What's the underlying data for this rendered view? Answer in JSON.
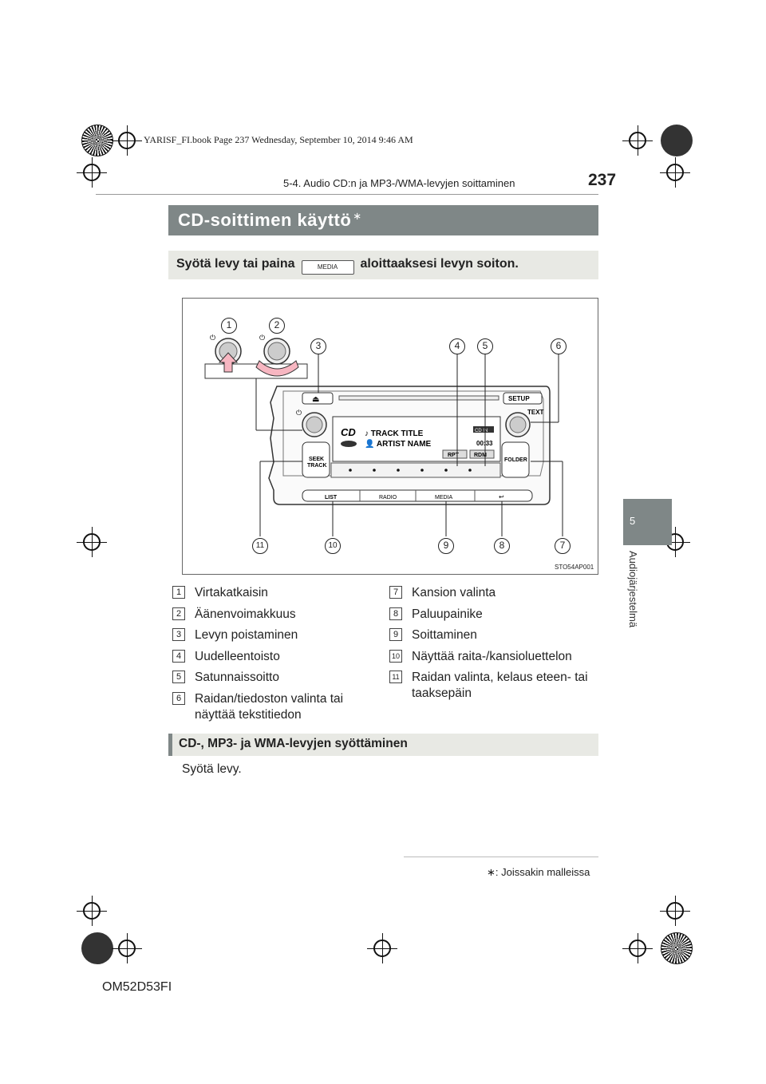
{
  "header": {
    "book_meta": "YARISF_FI.book  Page 237  Wednesday, September 10, 2014  9:46 AM",
    "section_path": "5-4. Audio CD:n ja MP3-/WMA-levyjen soittaminen",
    "page_number": "237"
  },
  "title": {
    "text": "CD-soittimen käyttö",
    "mark": "∗"
  },
  "instruction": {
    "before": "Syötä levy tai paina",
    "key_label": "MEDIA",
    "after": "aloittaaksesi levyn soiton."
  },
  "figure": {
    "code": "STO54AP001",
    "panel": {
      "track_title": "TRACK TITLE",
      "artist_name": "ARTIST NAME",
      "cd": "CD",
      "cd_in": "CD IN",
      "time": "00:33",
      "rpt": "RPT",
      "rdm": "RDM",
      "setup": "SETUP",
      "text": "TEXT",
      "seek_track": [
        "SEEK",
        "TRACK"
      ],
      "folder": "FOLDER",
      "bottom_buttons": [
        "LIST",
        "RADIO",
        "MEDIA",
        "↩"
      ]
    },
    "callouts": [
      "1",
      "2",
      "3",
      "4",
      "5",
      "6",
      "7",
      "8",
      "9",
      "10",
      "11"
    ]
  },
  "legend_left": [
    {
      "num": "1",
      "text": "Virtakatkaisin"
    },
    {
      "num": "2",
      "text": "Äänenvoimakkuus"
    },
    {
      "num": "3",
      "text": "Levyn poistaminen"
    },
    {
      "num": "4",
      "text": "Uudelleentoisto"
    },
    {
      "num": "5",
      "text": "Satunnaissoitto"
    },
    {
      "num": "6",
      "text": "Raidan/tiedoston valinta tai näyttää tekstitiedon"
    }
  ],
  "legend_right": [
    {
      "num": "7",
      "text": "Kansion valinta"
    },
    {
      "num": "8",
      "text": "Paluupainike"
    },
    {
      "num": "9",
      "text": "Soittaminen"
    },
    {
      "num": "10",
      "text": "Näyttää raita-/kansioluettelon"
    },
    {
      "num": "11",
      "text": "Raidan valinta, kelaus eteen- tai taaksepäin"
    }
  ],
  "subsection": {
    "title": "CD-, MP3- ja WMA-levyjen syöttäminen",
    "body": "Syötä levy."
  },
  "footnote": {
    "mark": "∗",
    "text": ": Joissakin malleissa"
  },
  "side_tab": {
    "number": "5",
    "label": "Audiojärjestelmä"
  },
  "footer": {
    "code": "OM52D53FI"
  }
}
